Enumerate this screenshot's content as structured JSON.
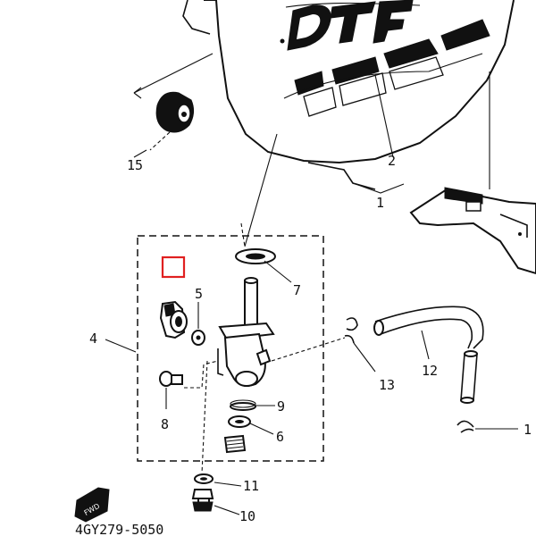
{
  "diagram": {
    "callouts": [
      {
        "id": "c1",
        "text": "1"
      },
      {
        "id": "c2",
        "text": "2"
      },
      {
        "id": "c4",
        "text": "4"
      },
      {
        "id": "c5",
        "text": "5"
      },
      {
        "id": "c6",
        "text": "6"
      },
      {
        "id": "c7",
        "text": "7"
      },
      {
        "id": "c8",
        "text": "8"
      },
      {
        "id": "c9",
        "text": "9"
      },
      {
        "id": "c10",
        "text": "10"
      },
      {
        "id": "c11",
        "text": "11"
      },
      {
        "id": "c12",
        "text": "12"
      },
      {
        "id": "c13",
        "text": "13"
      },
      {
        "id": "c15",
        "text": "15"
      },
      {
        "id": "c1b",
        "text": "1"
      }
    ],
    "tank_logo_text": "DT",
    "fwd_badge": "FWD",
    "footer_code": "4GY279-5050",
    "highlight": {
      "color": "#e02020"
    }
  }
}
